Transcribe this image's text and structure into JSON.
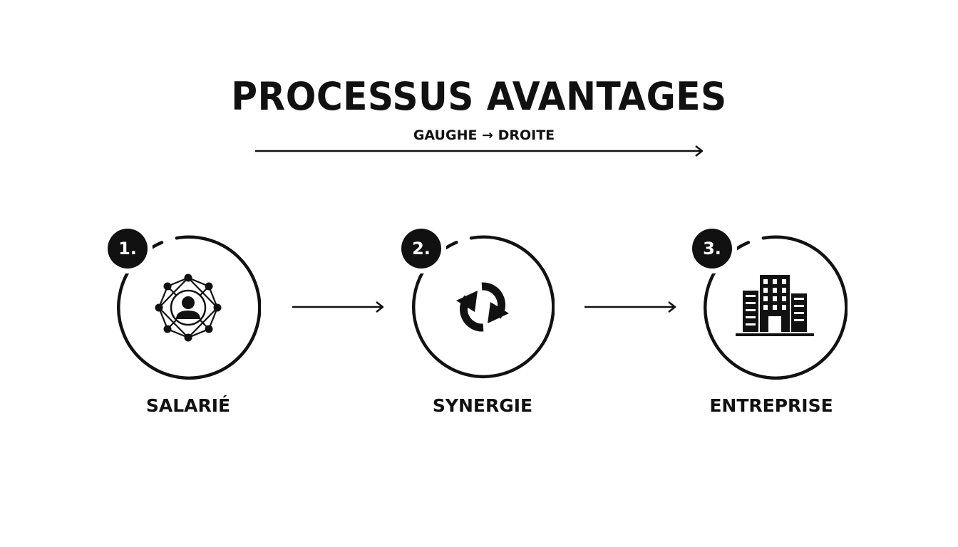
{
  "diagram": {
    "title": "PROCESSUS AVANTAGES",
    "subtitle": "GAUGHE → DROITE",
    "steps": [
      {
        "number": "1.",
        "label": "SALARIÉ",
        "icon": "person-network-icon"
      },
      {
        "number": "2.",
        "label": "SYNERGIE",
        "icon": "refresh-cycle-icon"
      },
      {
        "number": "3.",
        "label": "ENTREPRISE",
        "icon": "office-building-icon"
      }
    ]
  },
  "colors": {
    "ink": "#111111",
    "background": "#ffffff"
  }
}
